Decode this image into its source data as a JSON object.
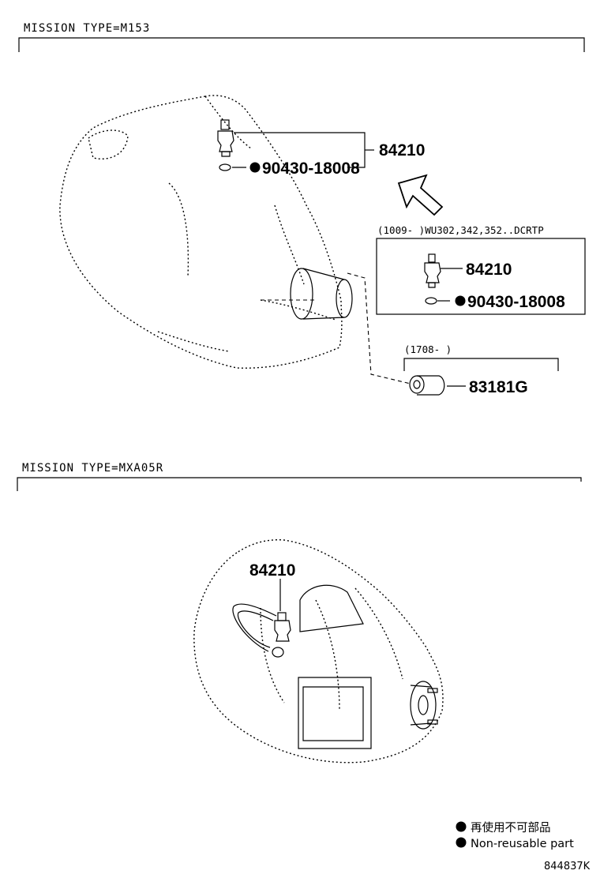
{
  "section_m153": {
    "title": "MISSION TYPE=M153",
    "part_sensor": "84210",
    "part_gasket": "90430-18008",
    "variant_box": {
      "date_range": "(1009-     )WU302,342,352..DCRTP",
      "part_sensor": "84210",
      "part_gasket": "90430-18008"
    },
    "variant_bracket": {
      "date_range": "(1708-     )",
      "part_switch": "83181G"
    }
  },
  "section_mxa05r": {
    "title": "MISSION TYPE=MXA05R",
    "part_sensor": "84210"
  },
  "legend": {
    "jp": "再使用不可部品",
    "en": "Non-reusable part"
  },
  "illustration_code": "844837K"
}
